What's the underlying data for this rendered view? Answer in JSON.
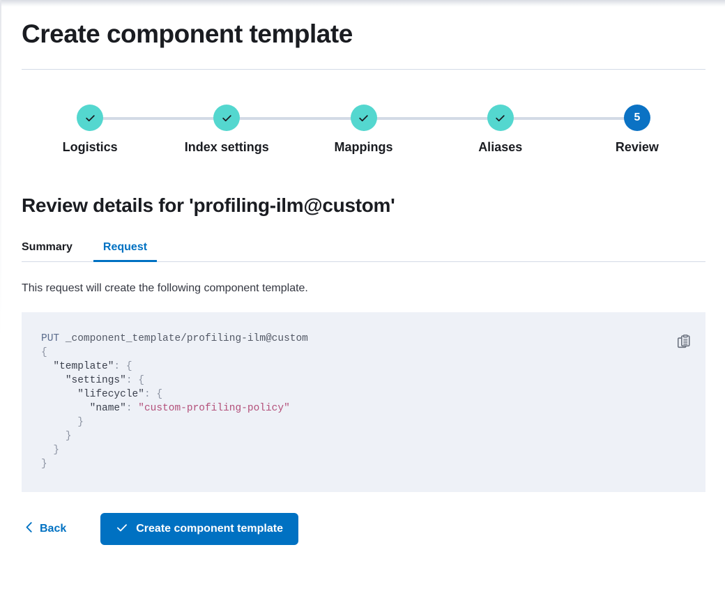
{
  "page": {
    "title": "Create component template"
  },
  "stepper": {
    "steps": [
      {
        "label": "Logistics",
        "state": "complete",
        "marker": "check"
      },
      {
        "label": "Index settings",
        "state": "complete",
        "marker": "check"
      },
      {
        "label": "Mappings",
        "state": "complete",
        "marker": "check"
      },
      {
        "label": "Aliases",
        "state": "complete",
        "marker": "check"
      },
      {
        "label": "Review",
        "state": "current",
        "marker": "5"
      }
    ],
    "colors": {
      "complete": "#54d7cf",
      "current": "#0b72c4",
      "connector": "#d3dae6"
    }
  },
  "review": {
    "heading": "Review details for 'profiling-ilm@custom'",
    "tabs": [
      {
        "label": "Summary",
        "active": false
      },
      {
        "label": "Request",
        "active": true
      }
    ],
    "description": "This request will create the following component template."
  },
  "request": {
    "method": "PUT",
    "path": "_component_template/profiling-ilm@custom",
    "lines": [
      "{",
      "  \"template\": {",
      "    \"settings\": {",
      "      \"lifecycle\": {",
      "        \"name\": \"custom-profiling-policy\"",
      "      }",
      "    }",
      "  }",
      "}"
    ],
    "body": {
      "template": {
        "settings": {
          "lifecycle": {
            "name": "custom-profiling-policy"
          }
        }
      }
    },
    "copy_icon": "copy-clipboard-icon"
  },
  "actions": {
    "back_label": "Back",
    "back_icon": "chevron-left-icon",
    "create_label": "Create component template",
    "create_icon": "check-icon",
    "primary_color": "#0071c2"
  }
}
